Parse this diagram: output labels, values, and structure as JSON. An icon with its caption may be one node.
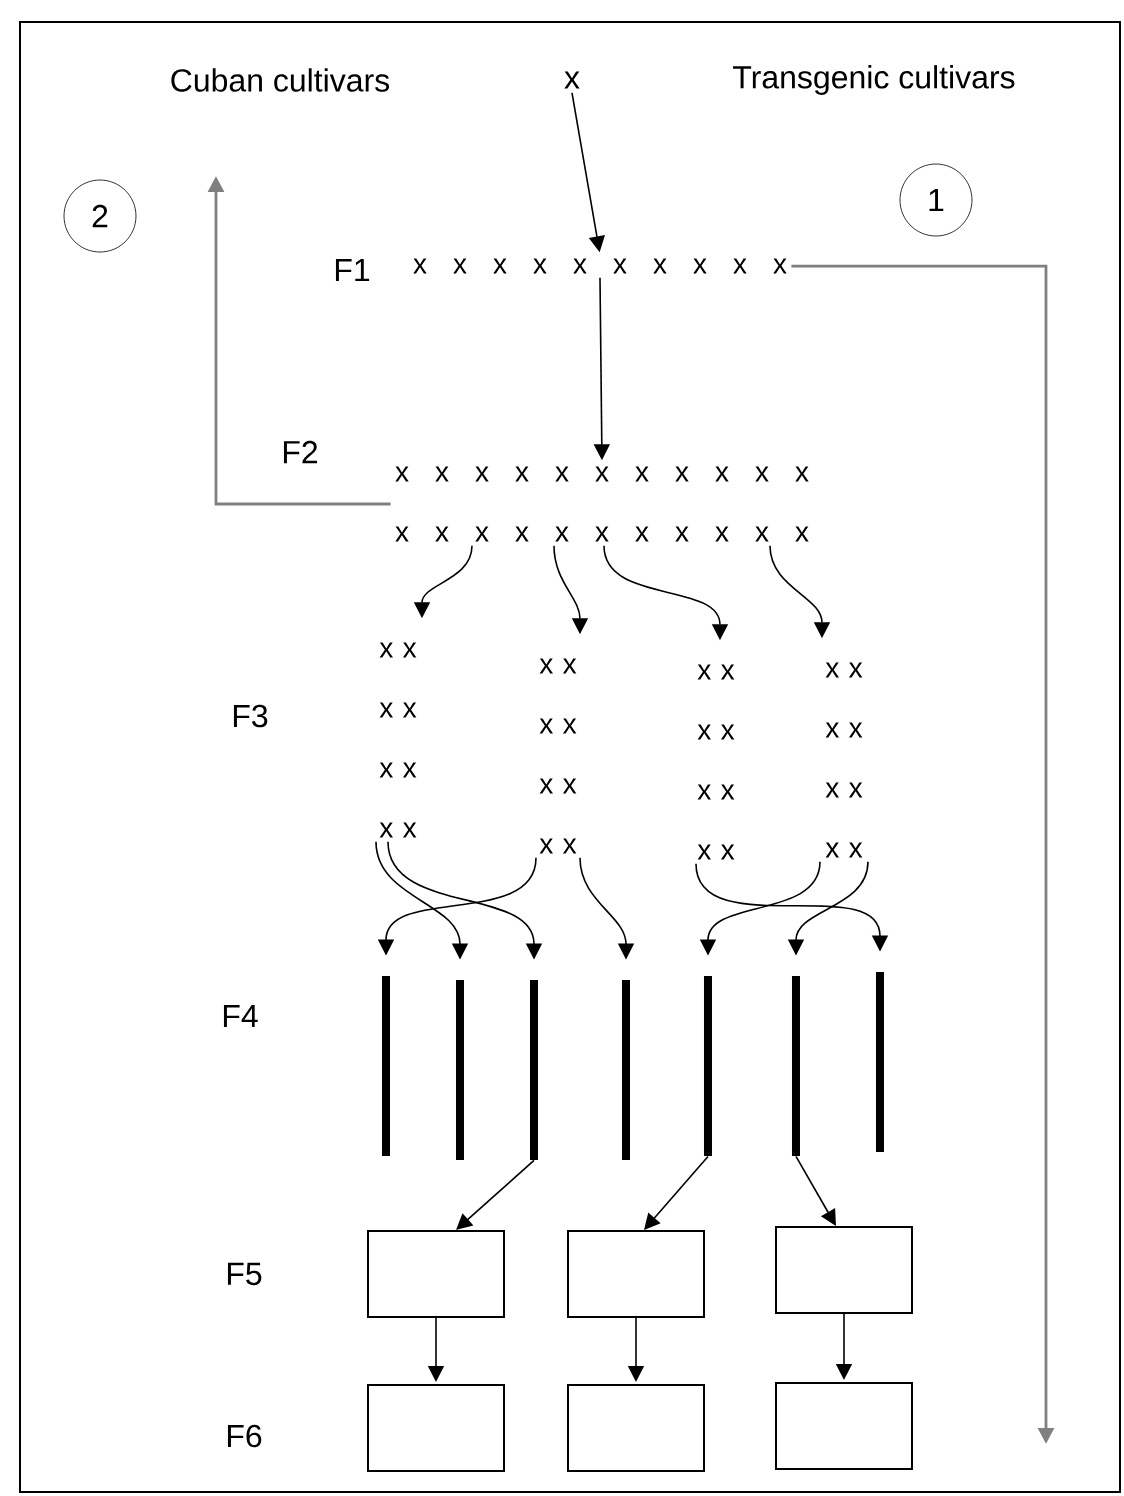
{
  "diagram": {
    "nodes": [
      {
        "text": [
          "x"
        ]
      },
      {
        "text": [
          "2"
        ]
      },
      {
        "text": [
          "1"
        ]
      },
      {
        "text": [
          "x x x x x x x x x x"
        ]
      },
      {
        "text": [
          "x x x x x x x x x x x",
          "x x x x x x x x x x x"
        ]
      },
      {
        "text": [
          "x x x x x x x x"
        ]
      },
      {
        "text": [
          "x x x x x x x x"
        ]
      },
      {
        "text": [
          "x x x x x x x x"
        ]
      },
      {
        "text": [
          "x x x x x x x x"
        ]
      },
      {
        "text": [],
        "shape": "bar"
      },
      {
        "text": [],
        "shape": "bar"
      },
      {
        "text": [],
        "shape": "bar"
      },
      {
        "text": [],
        "shape": "bar"
      },
      {
        "text": [],
        "shape": "bar"
      },
      {
        "text": [],
        "shape": "bar"
      },
      {
        "text": [],
        "shape": "bar"
      },
      {
        "text": [],
        "shape": "box"
      },
      {
        "text": [],
        "shape": "box"
      },
      {
        "text": [],
        "shape": "box"
      },
      {
        "text": [],
        "shape": "box"
      },
      {
        "text": [],
        "shape": "box"
      },
      {
        "text": [],
        "shape": "box"
      }
    ],
    "edges": [
      {
        "from": 0,
        "to": 3,
        "arrow": "to"
      },
      {
        "from": 3,
        "to": 4,
        "arrow": "to"
      },
      {
        "from": 4,
        "to": 5,
        "arrow": "to"
      },
      {
        "from": 4,
        "to": 6,
        "arrow": "to"
      },
      {
        "from": 4,
        "to": 7,
        "arrow": "to"
      },
      {
        "from": 4,
        "to": 8,
        "arrow": "to"
      },
      {
        "from": 5,
        "to": 10,
        "arrow": "to"
      },
      {
        "from": 5,
        "to": 11,
        "arrow": "to"
      },
      {
        "from": 6,
        "to": 9,
        "arrow": "to"
      },
      {
        "from": 6,
        "to": 12,
        "arrow": "to"
      },
      {
        "from": 7,
        "to": 15,
        "arrow": "to"
      },
      {
        "from": 8,
        "to": 13,
        "arrow": "to"
      },
      {
        "from": 8,
        "to": 14,
        "arrow": "to"
      },
      {
        "from": 11,
        "to": 16,
        "arrow": "to"
      },
      {
        "from": 13,
        "to": 17,
        "arrow": "to"
      },
      {
        "from": 14,
        "to": 18,
        "arrow": "to"
      },
      {
        "from": 16,
        "to": 19,
        "arrow": "to"
      },
      {
        "from": 17,
        "to": 20,
        "arrow": "to"
      },
      {
        "from": 18,
        "to": 21,
        "arrow": "to"
      },
      {
        "from": 3,
        "to": null,
        "arrow": "to",
        "color": "#808080"
      },
      {
        "from": 4,
        "to": null,
        "arrow": "to",
        "color": "#808080"
      }
    ],
    "labels": [
      "Cuban cultivars",
      "Transgenic cultivars",
      "F1",
      "F2",
      "F3",
      "F4",
      "F5",
      "F6"
    ]
  }
}
